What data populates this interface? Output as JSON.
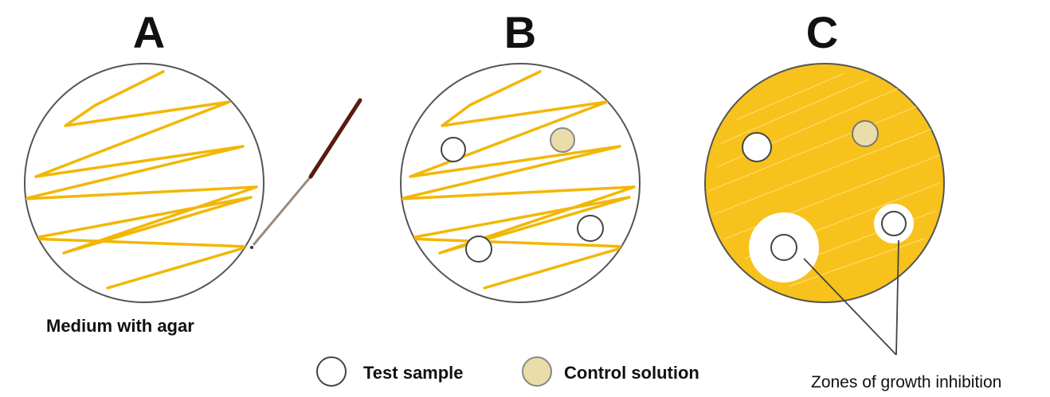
{
  "panels": [
    {
      "label": "A"
    },
    {
      "label": "B"
    },
    {
      "label": "C"
    }
  ],
  "captions": {
    "medium": "Medium with agar",
    "zones": "Zones of growth inhibition"
  },
  "legend": {
    "test_sample": "Test sample",
    "control_solution": "Control solution"
  },
  "colors": {
    "streak": "#F2B705",
    "plate_fill": "#F7C21B",
    "control_fill": "#EBDDAA",
    "outline": "#555555",
    "swab": "#5A1A10"
  },
  "icons": [
    "petri-dish",
    "inoculating-swab",
    "sample-well",
    "inhibition-zone"
  ]
}
